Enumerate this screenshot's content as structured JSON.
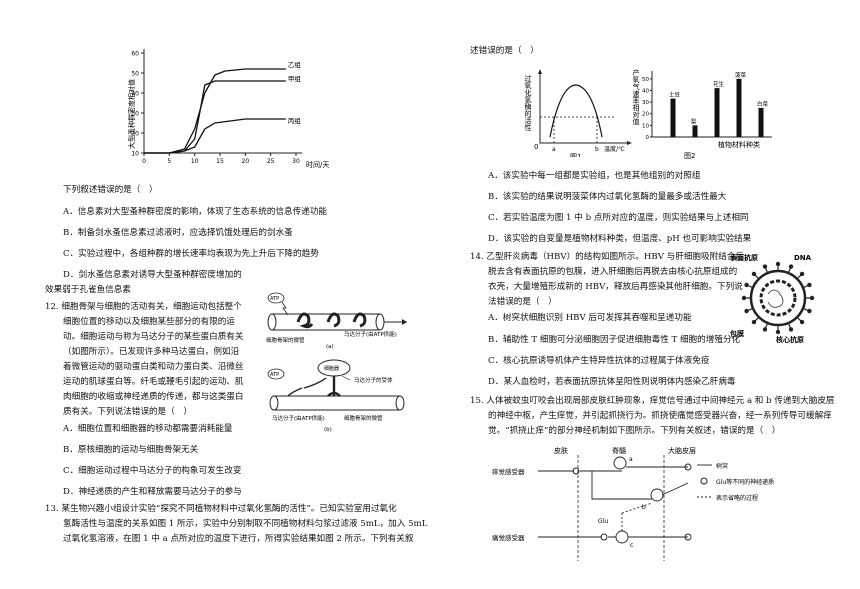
{
  "chart_data": [
    {
      "type": "line",
      "ylabel": "大型蚤种群密度相对值",
      "xlabel": "时间/天",
      "x_ticks": [
        "0",
        "5",
        "10",
        "15",
        "20",
        "25",
        "30"
      ],
      "y_ticks": [
        "10",
        "20",
        "30",
        "40",
        "50",
        "60"
      ],
      "ylim": [
        10,
        60
      ],
      "xlim": [
        0,
        30
      ],
      "series": [
        {
          "name": "乙组",
          "x": [
            0,
            5,
            8,
            10,
            12,
            14,
            16,
            20,
            25,
            28
          ],
          "y": [
            10,
            10,
            12,
            22,
            40,
            49,
            51,
            52,
            52,
            52
          ]
        },
        {
          "name": "甲组",
          "x": [
            0,
            5,
            8,
            10,
            11,
            12,
            14,
            20,
            25,
            28
          ],
          "y": [
            10,
            10,
            11,
            17,
            30,
            44,
            46,
            46,
            46,
            46
          ]
        },
        {
          "name": "丙组",
          "x": [
            0,
            5,
            8,
            10,
            12,
            14,
            20,
            25,
            28
          ],
          "y": [
            10,
            10,
            11,
            13,
            22,
            25,
            27,
            27,
            27
          ]
        }
      ]
    },
    {
      "type": "line",
      "ylabel": "过氧化氢酶的活性",
      "xlabel": "温度/℃",
      "points": [
        "a",
        "b"
      ],
      "origin": "0",
      "caption": "图1"
    },
    {
      "type": "bar",
      "ylabel": "产氧气速率相对值",
      "xlabel": "植物材料种类",
      "categories": [
        "土豆",
        "梨",
        "花生",
        "菠菜",
        "白菜"
      ],
      "values": [
        33,
        10,
        42,
        50,
        25
      ],
      "y_ticks": [
        "0",
        "10",
        "20",
        "30",
        "40",
        "50"
      ],
      "ylim": [
        0,
        55
      ],
      "caption": "图2"
    }
  ],
  "q11": {
    "stem": "下列叙述错误的是（　）",
    "opt_a": "A．信息素对大型蚤种群密度的影响，体现了生态系统的信息传递功能",
    "opt_b": "B．制备剑水蚤信息素过滤液时，应选择饥饿处理后的剑水蚤",
    "opt_c": "C．实验过程中，各组种群的增长速率均表现为先上升后下降的趋势",
    "opt_d1": "D．剑水蚤信息素对诱导大型蚤种群密度增加的",
    "opt_d2": "效果弱于孔雀鱼信息素"
  },
  "q12": {
    "lines": [
      "12. 细胞骨架与细胞的活动有关，细胞运动包括整个",
      "细胞位置的移动以及细胞某些部分的有限的运",
      "动。细胞运动与称为马达分子的某些蛋白质有关",
      "（如图所示）。已发现许多种马达蛋白，例如沿",
      "着微管运动的驱动蛋白类和动力蛋白类、沿微丝",
      "运动的肌球蛋白等。纤毛或鞭毛引起的运动、肌",
      "肉细胞的收缩或神经递质的传递，都与这类蛋白",
      "质有关。下列说法错误的是（　）"
    ],
    "opt_a": "A．细胞位置和细胞器的移动都需要消耗能量",
    "opt_b": "B．原核细胞的运动与细胞骨架无关",
    "opt_c": "C．细胞运动过程中马达分子的构象可发生改变",
    "opt_d": "D．神经递质的产生和释放需要马达分子的参与",
    "fig_a_labels": [
      "ATP",
      "细胞骨架的微管",
      "马达分子(由ATP供能)",
      "(a)"
    ],
    "fig_b_labels": [
      "ATP",
      "细胞器",
      "马达分子的受体",
      "马达分子(由ATP供能)",
      "细胞骨架的微管",
      "(b)"
    ]
  },
  "q13": {
    "line1": "13. 某生物兴趣小组设计实验“探究不同植物材料中过氧化氢酶的活性”。已知实验室用过氧化",
    "line2": "氢酶活性与温度的关系如图 1 所示，实验中分别制取不同植物材料匀浆过滤液 5mL，加入 5mL",
    "line3": "过氧化氢溶液，在图 1 中 a 点所对应的温度下进行，所得实验结果如图 2 所示。下列有关叙",
    "line4": "述错误的是（　）",
    "opt_a": "A．该实验中每一组都是实验组，也是其他组别的对照组",
    "opt_b": "B．该实验的结果说明菠菜体内过氧化氢酶的量最多或活性最大",
    "opt_c": "C．若实验温度为图 1 中 b 点所对应的温度，则实验结果与上述相同",
    "opt_d": "D．该实验的自变量是植物材料种类，但温度、pH 也可影响实验结果"
  },
  "q14": {
    "lines": [
      "14. 乙型肝炎病毒（HBV）的结构如图所示。HBV 与肝细胞吸附结合后，",
      "脱去含有表面抗原的包膜，进入肝细胞后再脱去由核心抗原组成的",
      "衣壳，大量增殖形成新的 HBV，释放后再感染其他肝细胞。下列说",
      "法错误的是（　）"
    ],
    "opt_a": "A．树突状细胞识别 HBV 后可发挥其吞噬和呈递功能",
    "opt_b": "B．辅助性 T 细胞可分泌细胞因子促进细胞毒性 T 细胞的增殖分化",
    "opt_c": "C．核心抗原诱导机体产生特异性抗体的过程属于体液免疫",
    "opt_d": "D．某人血检时，若表面抗原抗体呈阳性则说明体内感染乙肝病毒",
    "fig_labels": [
      "表面抗原",
      "DNA",
      "包膜",
      "核心抗原"
    ]
  },
  "q15": {
    "lines": [
      "15. 人体被蚊虫叮咬会出现局部皮肤红肿现象，痒觉信号通过中间神经元 a 和 b 传递到大脑皮层",
      "的神经中枢，产生痒觉，并引起抓挠行为。抓挠使痛觉感受器兴奋，经一系列传导可缓解痒",
      "觉。“抓挠止痒”的部分神经机制如下图所示。下列有关叙述，错误的是（　）"
    ],
    "fig_labels": [
      "皮肤",
      "脊髓",
      "大脑皮层",
      "痒觉感受器",
      "痛觉感受器",
      "a",
      "b",
      "c",
      "Glu",
      "树突",
      "Glu等不同的神经递质",
      "表示省略的过程"
    ]
  }
}
